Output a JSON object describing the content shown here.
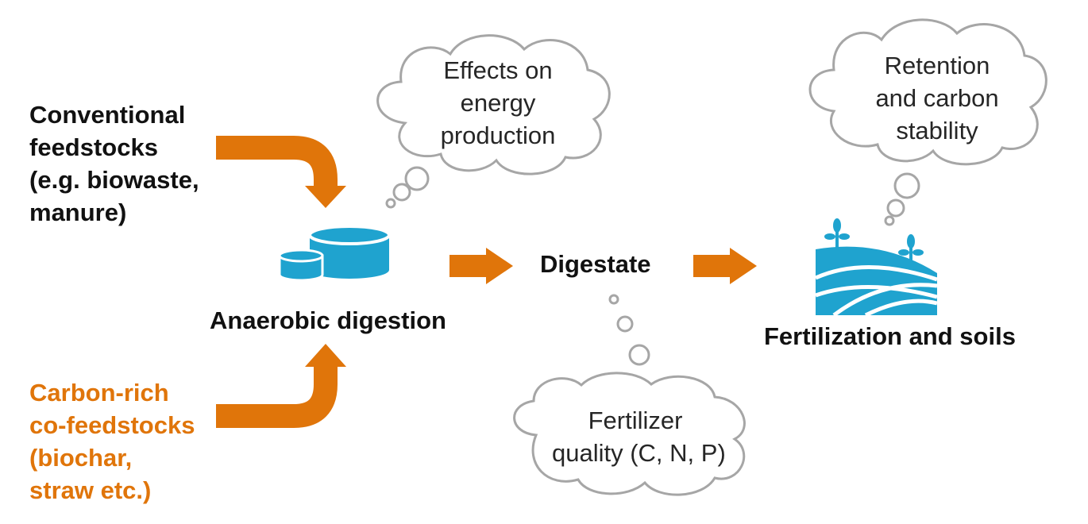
{
  "conventional": [
    "Conventional",
    "feedstocks",
    "(e.g. biowaste,",
    "manure)"
  ],
  "carbon_rich": [
    "Carbon-rich",
    "co-feedstocks",
    "(biochar,",
    "straw etc.)"
  ],
  "anaerobic": "Anaerobic digestion",
  "digestate": "Digestate",
  "fertilization": "Fertilization and soils",
  "thought_energy": [
    "Effects on",
    "energy",
    "production"
  ],
  "thought_retention": [
    "Retention",
    "and carbon",
    "stability"
  ],
  "thought_fertilizer": [
    "Fertilizer",
    "quality (C, N, P)"
  ],
  "colors": {
    "accent": "#E0750A",
    "icon": "#1FA3CF",
    "outline": "#A6A6A6"
  },
  "icons": [
    "digester-tanks-icon",
    "field-with-plants-icon"
  ]
}
